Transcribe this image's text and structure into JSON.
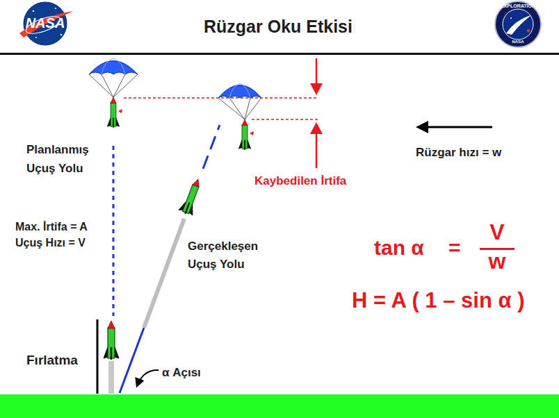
{
  "diagram": {
    "title": "Rüzgar Oku Etkisi",
    "labels": [
      "NASA",
      "EXPLORATION",
      "NASA",
      "Planlanmış Uçuş Yolu",
      "Max. İrtifa = A",
      "Uçuş Hızı = V",
      "Gerçekleşen Uçuş Yolu",
      "Rüzgar hızı = w",
      "Kaybedilen İrtifa",
      "Fırlatma",
      "α Açısı",
      "tan α",
      "=",
      "V",
      "w",
      "H = A ( 1 – sin α )"
    ]
  }
}
